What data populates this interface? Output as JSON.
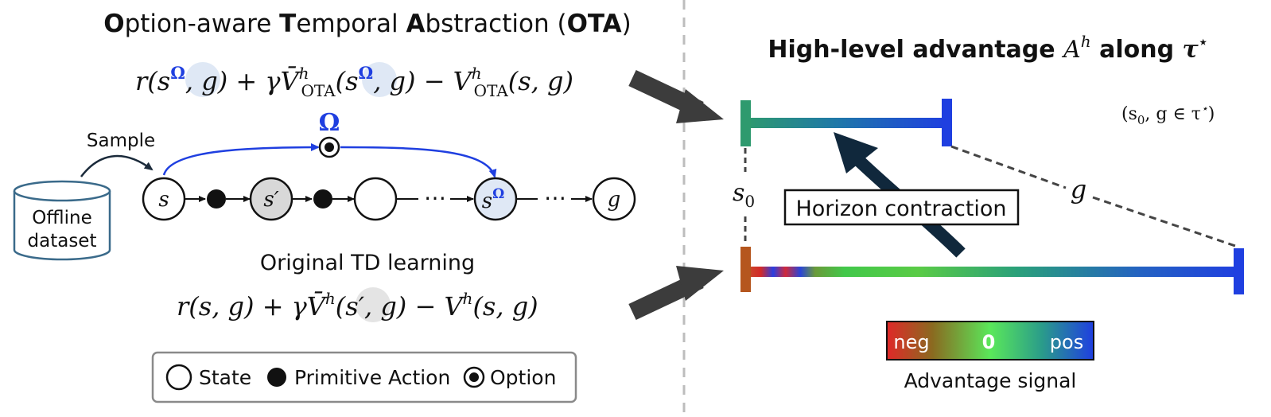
{
  "ota_title": {
    "p1": "O",
    "p2": "ption-aware ",
    "p3": "T",
    "p4": "emporal ",
    "p5": "A",
    "p6": "bstraction (",
    "p7": "OTA",
    "p8": ")"
  },
  "ota_equation": {
    "r": "r(",
    "s": "s",
    "omega": "Ω",
    "mid1": ", g) + γ",
    "vbar": "V̄",
    "h": "h",
    "sub": "OTA",
    "paren": "(",
    "mid2": ", g) − ",
    "v": "V",
    "h2": "h",
    "sub2": "OTA",
    "tail": "(s, g)"
  },
  "sample_label": "Sample",
  "offline_dataset": {
    "line1": "Offline",
    "line2": "dataset"
  },
  "chain": {
    "s": "s",
    "s_prime": "s′",
    "dots1": "⋯",
    "s_omega": "s",
    "s_omega_sup": "Ω",
    "dots2": "⋯",
    "g": "g",
    "omega_symbol": "Ω"
  },
  "td_title": "Original TD learning",
  "td_equation": {
    "p1": "r(s, g)  + γ",
    "vbar": "V̄",
    "h": "h",
    "paren": "(",
    "s_prime": "s′",
    "p2": ", g) − ",
    "v": "V",
    "h2": "h",
    "p3": "(s, g)"
  },
  "legend": {
    "state": "State",
    "primitive_action": "Primitive Action",
    "option": "Option"
  },
  "right_title": {
    "p1": "High-level advantage ",
    "a": "A",
    "h": "h",
    "p2": " along ",
    "tau": "τ",
    "star": "⋆"
  },
  "annotation": {
    "p1": "(s",
    "sub": "0",
    "p2": ", g ∈ τ",
    "star": "⋆",
    "p3": ")"
  },
  "s0_label": {
    "s": "s",
    "sub": "0"
  },
  "g_label": "g",
  "horizon_label": "Horizon contraction",
  "colorbar": {
    "neg": "neg",
    "zero": "0",
    "pos": "pos",
    "caption": "Advantage signal"
  },
  "colors": {
    "blue": "#1f3fe0",
    "dark_arrow": "#3c3c3c",
    "navy_arrow": "#10283c",
    "teal": "#2e9a6e",
    "rust": "#b5561e",
    "highlight": "#dfe8f5"
  }
}
